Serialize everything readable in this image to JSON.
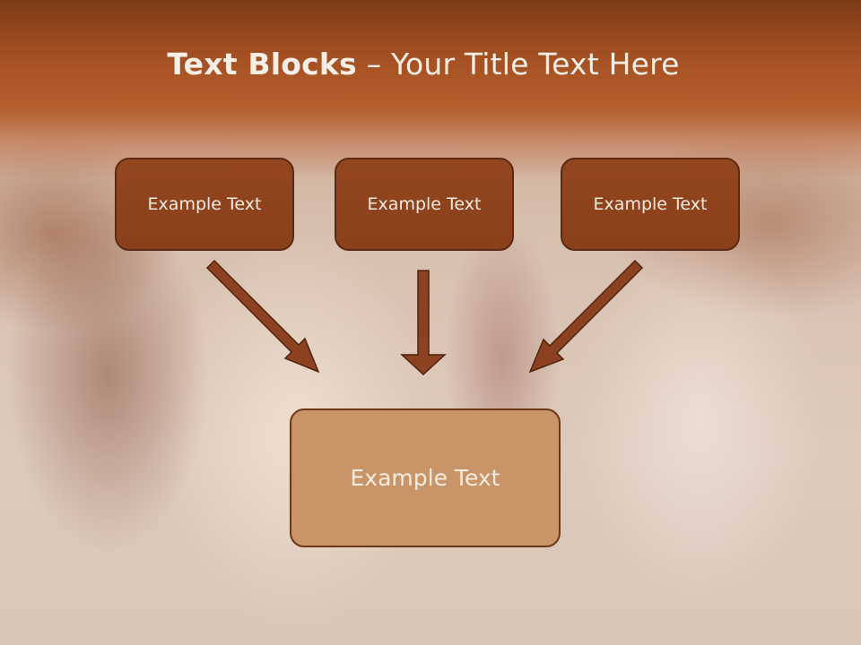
{
  "title": {
    "bold": "Text Blocks",
    "separator": " – ",
    "rest": "Your Title Text Here"
  },
  "boxes": [
    {
      "label": "Example Text"
    },
    {
      "label": "Example Text"
    },
    {
      "label": "Example Text"
    }
  ],
  "center_box": {
    "label": "Example Text"
  },
  "colors": {
    "header": "#a24f22",
    "box_fill": "#8a401b",
    "box_border": "#5a2a12",
    "center_fill": "#c99467",
    "arrow": "#8c4220"
  }
}
